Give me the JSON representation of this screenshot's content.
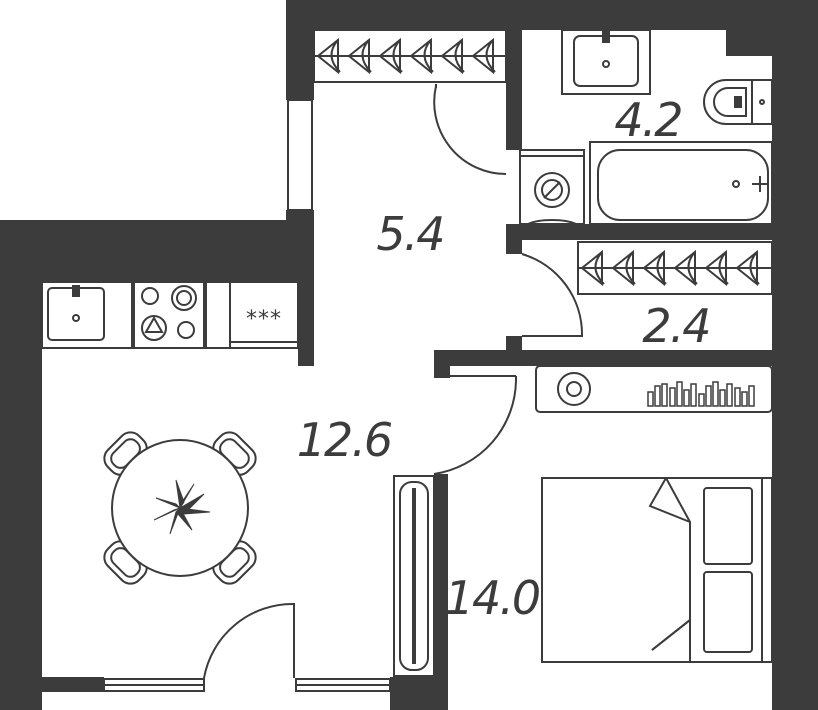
{
  "plan": {
    "colors": {
      "wall": "#3c3c3c",
      "line": "#3c3c3c",
      "floor": "#ffffff",
      "window": "#ffffff"
    },
    "rooms": [
      {
        "id": "bathroom",
        "area": "4.2"
      },
      {
        "id": "hallway",
        "area": "5.4"
      },
      {
        "id": "storage",
        "area": "2.4"
      },
      {
        "id": "kitchen-living",
        "area": "12.6"
      },
      {
        "id": "bedroom",
        "area": "14.0"
      }
    ],
    "fixtures": {
      "stove_symbol": "***"
    },
    "icons": [
      "sink-icon",
      "toilet-icon",
      "bathtub-icon",
      "washing-machine-icon",
      "wardrobe-icon",
      "stove-icon",
      "dining-table-icon",
      "bed-icon",
      "shelf-icon",
      "door-icon",
      "window-icon"
    ]
  }
}
